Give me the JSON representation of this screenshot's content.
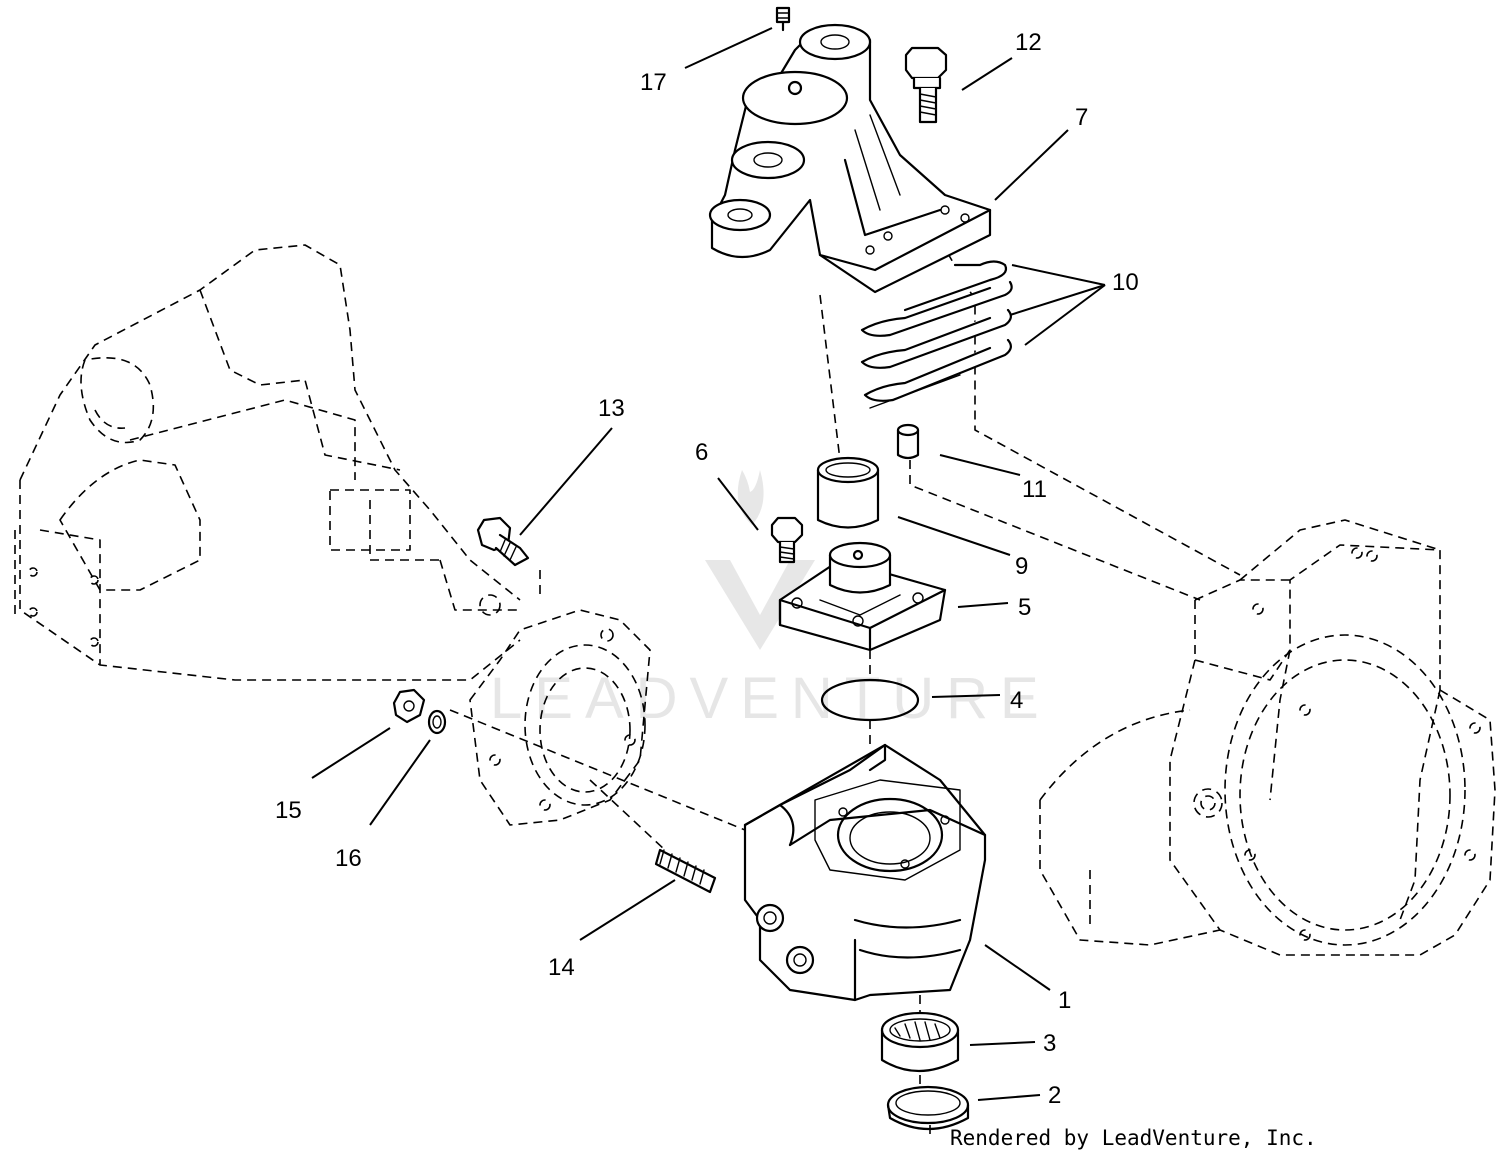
{
  "diagram": {
    "callouts": [
      "1",
      "2",
      "3",
      "4",
      "5",
      "6",
      "7",
      "9",
      "10",
      "11",
      "12",
      "13",
      "14",
      "15",
      "16",
      "17"
    ],
    "credit": "Rendered by LeadVenture, Inc.",
    "watermark": "LEADVENTURE"
  }
}
